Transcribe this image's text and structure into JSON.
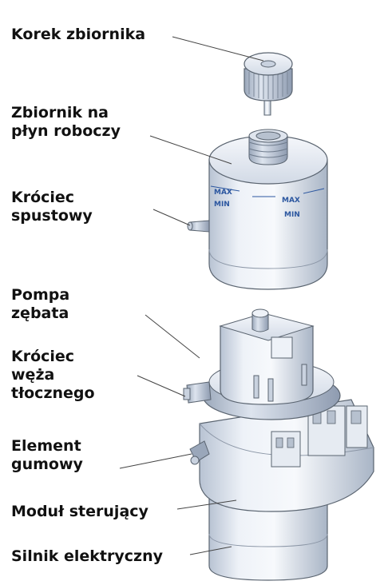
{
  "labels": {
    "korek": [
      "Korek zbiornika"
    ],
    "zbiornik": [
      "Zbiornik na",
      "płyn roboczy"
    ],
    "krociec_spustowy": [
      "Króciec",
      "spustowy"
    ],
    "pompa": [
      "Pompa",
      "zębata"
    ],
    "krociec_weza": [
      "Króciec",
      "węża",
      "tłocznego"
    ],
    "element": [
      "Element",
      "gumowy"
    ],
    "modul": [
      "Moduł sterujący"
    ],
    "silnik": [
      "Silnik elektryczny"
    ]
  },
  "tank_marks": {
    "max_left": "MAX",
    "max_right": "MAX",
    "min_left": "MIN",
    "min_right": "MIN"
  },
  "colors": {
    "body_light": "#eef2f8",
    "body_mid": "#d5dde9",
    "body_dark": "#a9b5c6",
    "outline": "#5a6470",
    "mark_blue": "#2c57a0",
    "leader": "#444444"
  }
}
